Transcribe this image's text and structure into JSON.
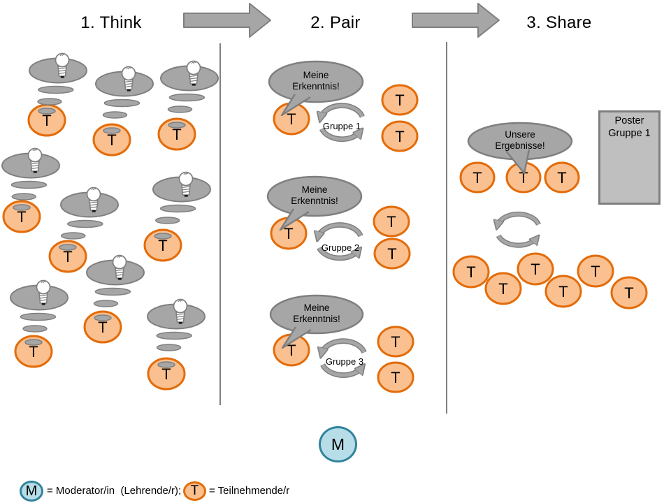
{
  "colors": {
    "participant_fill": "#FAC090",
    "participant_border": "#E36C0A",
    "gray_fill": "#A6A6A6",
    "gray_border": "#7F7F7F",
    "poster_fill": "#BFBFBF",
    "moderator_fill": "#B7DEE8",
    "moderator_border": "#31849B",
    "divider": "#808080",
    "text": "#000000"
  },
  "steps": [
    {
      "label": "1. Think"
    },
    {
      "label": "2. Pair"
    },
    {
      "label": "3. Share"
    }
  ],
  "icons": {
    "step_arrow": "right-block-arrow",
    "think": "lightbulb",
    "exchange": "circular-arrows",
    "thought": "thought-bubble-trail"
  },
  "think": {
    "participant_label": "T",
    "unit_count": 9
  },
  "pair": {
    "groups": [
      {
        "speech": "Meine Erkenntnis!",
        "cycle_label": "Gruppe 1",
        "participant_label": "T"
      },
      {
        "speech": "Meine Erkenntnis!",
        "cycle_label": "Gruppe 2",
        "participant_label": "T"
      },
      {
        "speech": "Meine Erkenntnis!",
        "cycle_label": "Gruppe 3",
        "participant_label": "T"
      }
    ]
  },
  "share": {
    "speech": "Unsere Ergebnisse!",
    "poster_label": "Poster Gruppe 1",
    "participant_label": "T",
    "participant_count": 9
  },
  "moderator": {
    "label": "M"
  },
  "legend": {
    "moderator_symbol": "M",
    "moderator_text": "= Moderator/in  (Lehrende/r);",
    "participant_symbol": "T",
    "participant_text": "= Teilnehmende/r"
  }
}
